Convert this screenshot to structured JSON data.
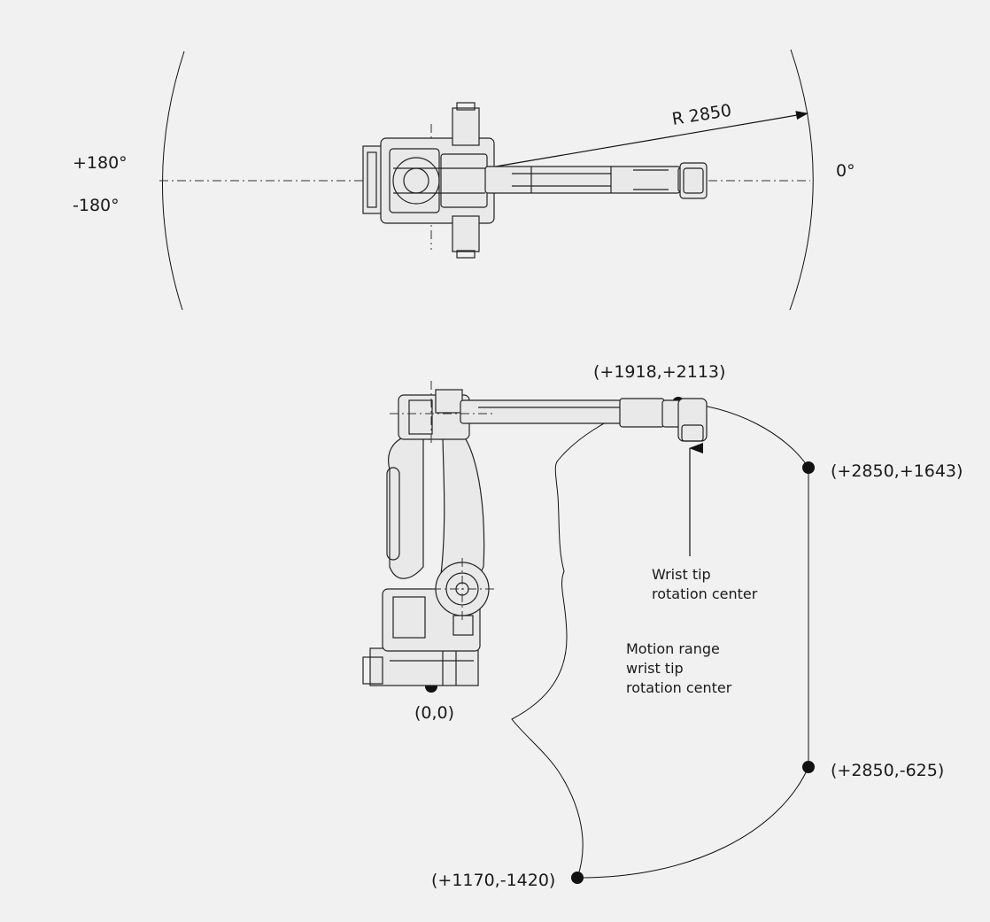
{
  "top_view": {
    "radius_label": "R  2850",
    "angle_left_pos": "+180°",
    "angle_left_neg": "-180°",
    "angle_right": "0°"
  },
  "side_view": {
    "point_top": "(+1918,+2113)",
    "point_right_upper": "(+2850,+1643)",
    "point_right_lower": "(+2850,-625)",
    "point_bottom": "(+1170,-1420)",
    "origin": "(0,0)",
    "wrist_label_line1": "Wrist tip",
    "wrist_label_line2": "rotation center",
    "range_label_line1": "Motion range",
    "range_label_line2": "wrist tip",
    "range_label_line3": "rotation center"
  }
}
